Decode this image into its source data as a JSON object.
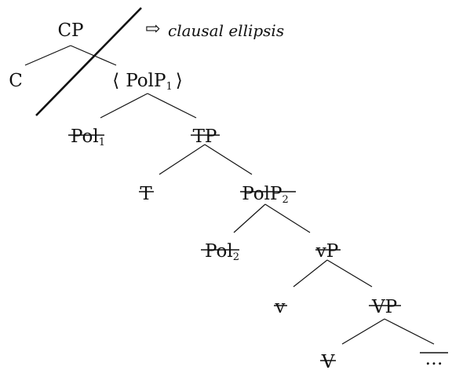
{
  "tree": {
    "cp": "CP",
    "c": "C",
    "polp1": {
      "open": "⟨",
      "label": "PolP",
      "sub": "1",
      "close": "⟩"
    },
    "pol1": {
      "label": "Pol",
      "sub": "1"
    },
    "tp": "TP",
    "t": "T",
    "polp2": {
      "label": "PolP",
      "sub": "2"
    },
    "pol2": {
      "label": "Pol",
      "sub": "2"
    },
    "vp_small": "vP",
    "v_small": "v",
    "vp": "VP",
    "v": "V",
    "ellipsis": "…"
  },
  "annotation": {
    "arrow": "⇨",
    "text": "clausal ellipsis"
  }
}
